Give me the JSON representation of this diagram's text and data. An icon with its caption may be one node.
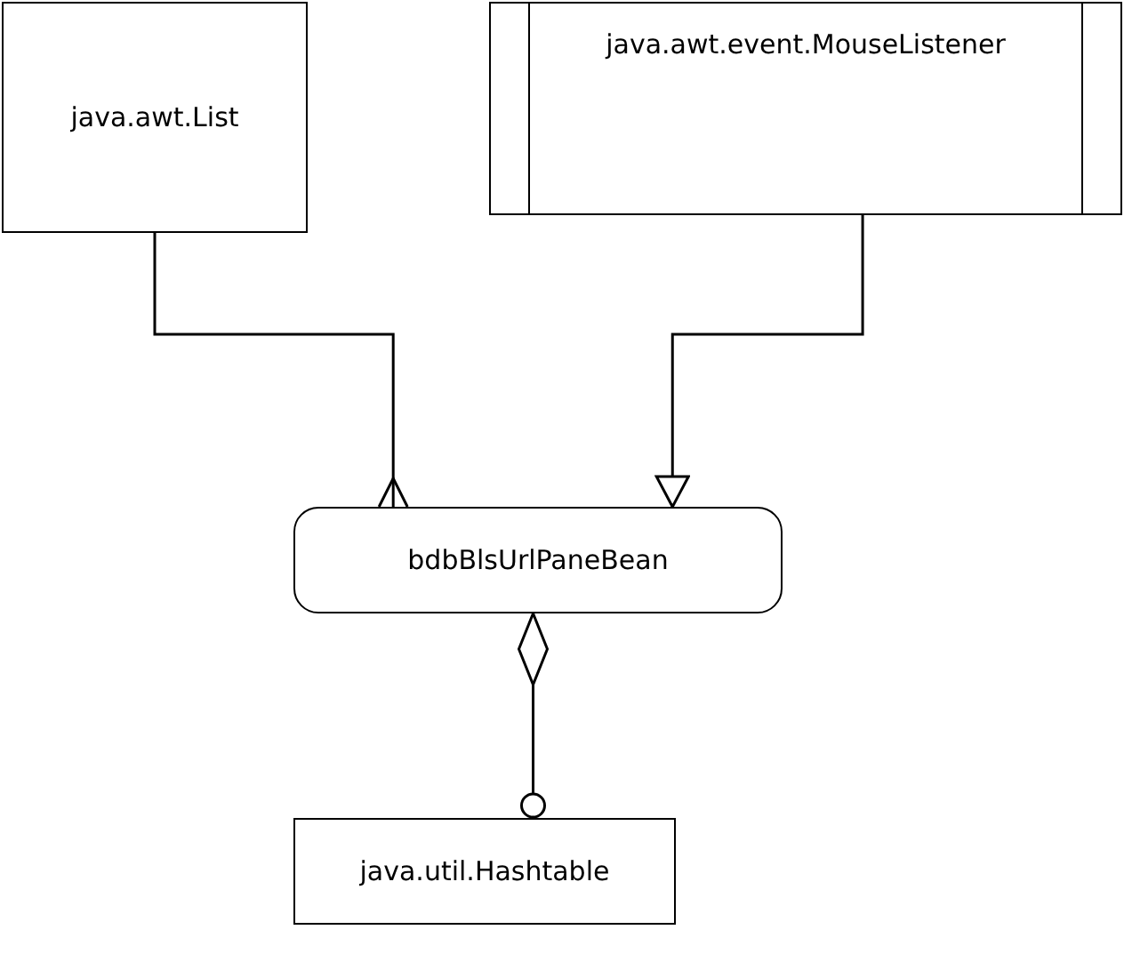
{
  "diagram": {
    "nodes": [
      {
        "text": [
          "java.awt.List"
        ]
      },
      {
        "text": [
          "java.awt.event.MouseListener"
        ]
      },
      {
        "text": [
          "bdbBlsUrlPaneBean"
        ]
      },
      {
        "text": [
          "java.util.Hashtable"
        ]
      }
    ],
    "edges": [
      {
        "from": 0,
        "to": 2,
        "arrow": "other"
      },
      {
        "from": 1,
        "to": 2,
        "arrow": "to"
      },
      {
        "from": 2,
        "to": 3,
        "arrow": "other"
      }
    ]
  }
}
